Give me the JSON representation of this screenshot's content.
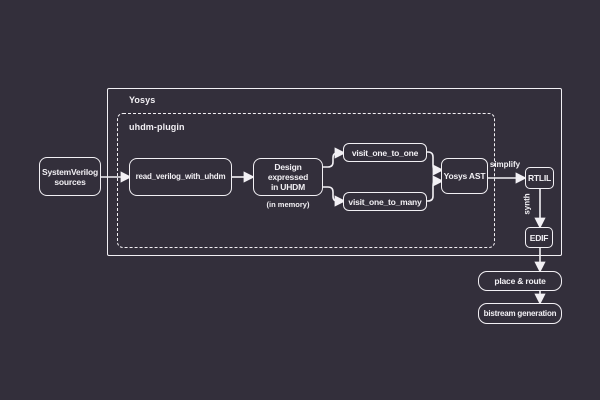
{
  "colors": {
    "background": "#332F3B",
    "stroke": "#F2F0F4",
    "text": "#F2F0F4"
  },
  "containers": {
    "yosys": {
      "label": "Yosys"
    },
    "uhdm_plugin": {
      "label": "uhdm-plugin"
    }
  },
  "nodes": {
    "systemverilog_sources": {
      "line1": "SystemVerilog",
      "line2": "sources"
    },
    "read_verilog_with_uhdm": {
      "label": "read_verilog_with_uhdm"
    },
    "design_expressed": {
      "line1": "Design expressed",
      "line2": "in UHDM",
      "note": "(in memory)"
    },
    "visit_one_to_one": {
      "label": "visit_one_to_one"
    },
    "visit_one_to_many": {
      "label": "visit_one_to_many"
    },
    "yosys_ast": {
      "label": "Yosys AST"
    },
    "rtlil": {
      "label": "RTLIL"
    },
    "edif": {
      "label": "EDIF"
    },
    "place_route": {
      "label": "place & route"
    },
    "bistream_generation": {
      "label": "bistream generation"
    }
  },
  "edge_labels": {
    "simplify": "simplify",
    "synth": "synth"
  }
}
